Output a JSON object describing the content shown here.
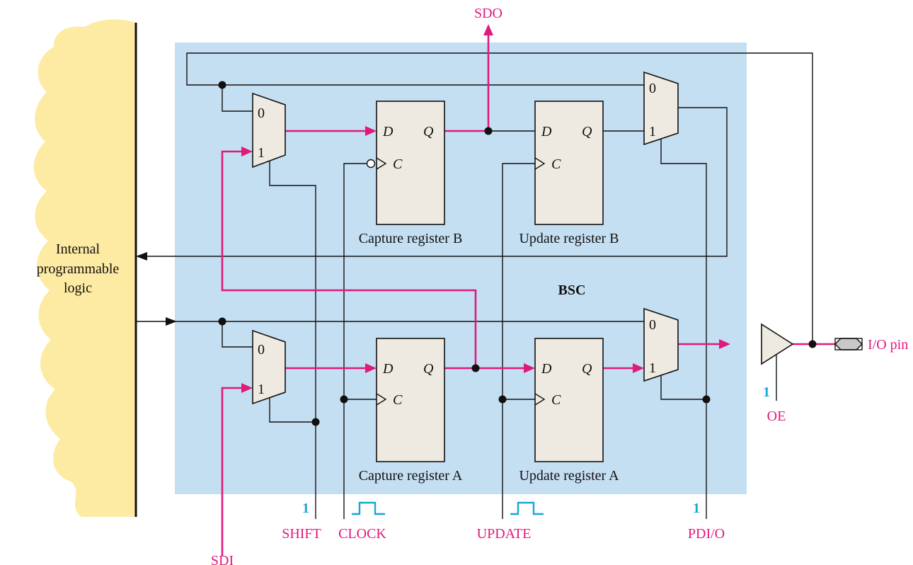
{
  "block_label": "BSC",
  "cloud_label": [
    "Internal",
    "programmable",
    "logic"
  ],
  "registers": {
    "capture_b": "Capture register B",
    "update_b": "Update register B",
    "capture_a": "Capture register A",
    "update_a": "Update register A"
  },
  "pins": {
    "d": "D",
    "q": "Q",
    "c": "C"
  },
  "mux_inputs": {
    "zero": "0",
    "one": "1"
  },
  "signals": {
    "sdo": "SDO",
    "sdi": "SDI",
    "shift": "SHIFT",
    "clock": "CLOCK",
    "update": "UPDATE",
    "pdio": "PDI/O",
    "oe": "OE",
    "io_pin": "I/O pin"
  },
  "levels": {
    "shift": "1",
    "pdio": "1",
    "oe": "1"
  },
  "colors": {
    "panel": "#c5dff2",
    "cloud": "#fdeaa3",
    "register_fill": "#efeae1",
    "highlight": "#e0197d",
    "level": "#1aa6d6"
  }
}
